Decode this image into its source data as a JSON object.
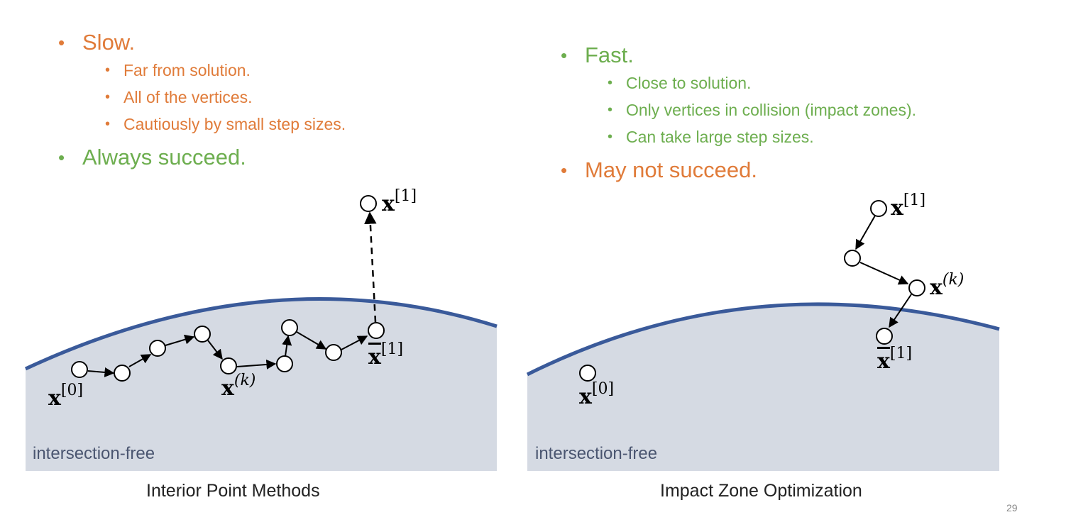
{
  "left_panel": {
    "bullets": [
      {
        "text": "Slow.",
        "color": "#E07B39",
        "sub": [
          {
            "text": "Far from solution."
          },
          {
            "text": "All of the vertices."
          },
          {
            "text": "Cautiously by small step sizes."
          }
        ]
      },
      {
        "text": "Always succeed.",
        "color": "#6DAE4F",
        "sub": []
      }
    ],
    "region_label": "intersection-free",
    "caption": "Interior Point Methods",
    "math_labels": {
      "x0": {
        "symbol": "x",
        "index": "[0]",
        "bar": false
      },
      "xk": {
        "symbol": "x",
        "index": "(k)",
        "bar": false
      },
      "x1_top": {
        "symbol": "x",
        "index": "[1]",
        "bar": false
      },
      "x1_bar": {
        "symbol": "x",
        "index": "[1]",
        "bar": true
      }
    }
  },
  "right_panel": {
    "bullets": [
      {
        "text": "Fast.",
        "color": "#6DAE4F",
        "sub": [
          {
            "text": "Close to solution."
          },
          {
            "text": "Only vertices in collision (impact zones)."
          },
          {
            "text": "Can take large step sizes."
          }
        ]
      },
      {
        "text": "May not succeed.",
        "color": "#E07B39",
        "sub": []
      }
    ],
    "region_label": "intersection-free",
    "caption": "Impact Zone Optimization",
    "math_labels": {
      "x0": {
        "symbol": "x",
        "index": "[0]",
        "bar": false
      },
      "xk": {
        "symbol": "x",
        "index": "(k)",
        "bar": false
      },
      "x1_top": {
        "symbol": "x",
        "index": "[1]",
        "bar": false
      },
      "x1_bar": {
        "symbol": "x",
        "index": "[1]",
        "bar": true
      }
    }
  },
  "page_number": "29",
  "colors": {
    "orange": "#E07B39",
    "green": "#6DAE4F",
    "region_fill": "#D5DAE3",
    "boundary": "#3A5A9A",
    "region_text": "#4A5570"
  }
}
